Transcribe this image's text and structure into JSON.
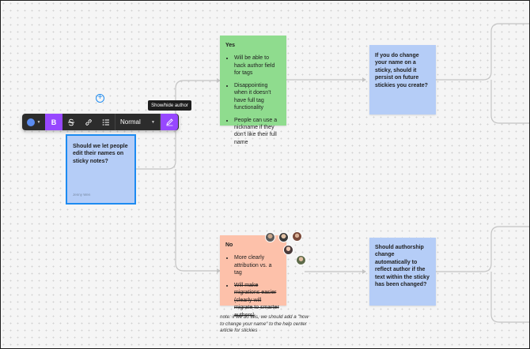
{
  "toolbar": {
    "color_value": "#5b8cf0",
    "bold_label": "B",
    "text_style_value": "Normal",
    "accent_color": "#9747ff"
  },
  "tooltip": {
    "text": "Show/hide author"
  },
  "stickies": {
    "question": {
      "title": "Should we let people edit their names on sticky notes?",
      "author": "Jenny Wen"
    },
    "yes": {
      "title": "Yes",
      "items": [
        "Will be able to hack author field for tags",
        "Disappointing when it doesn't have full tag functionality",
        "People can use a nickname if they don't like their full name"
      ]
    },
    "no": {
      "title": "No",
      "items": [
        "More clearly attribution vs. a tag",
        "Will make migrations easier (clearly will migrate to smarter authors)"
      ]
    },
    "persist": {
      "title": "If you do change your name on a sticky, should it persist on future stickies you create?"
    },
    "authorship": {
      "title": "Should authorship change automatically to reflect author if the text within the sticky has been changed?"
    }
  },
  "note": {
    "text": "note: if we do this, we should add a \"how to change your name\" to the help center article for stickies"
  },
  "colors": {
    "green_sticky": "#8fdc8e",
    "blue_sticky": "#b5cdf7",
    "salmon_sticky": "#fdc1aa",
    "selection": "#1d8bf1",
    "connector": "#c4c4c4"
  },
  "icons": [
    "add-circle-icon",
    "color-swatch-icon",
    "chevron-down-icon",
    "strikethrough-icon",
    "link-icon",
    "bulleted-list-icon",
    "pencil-icon"
  ]
}
